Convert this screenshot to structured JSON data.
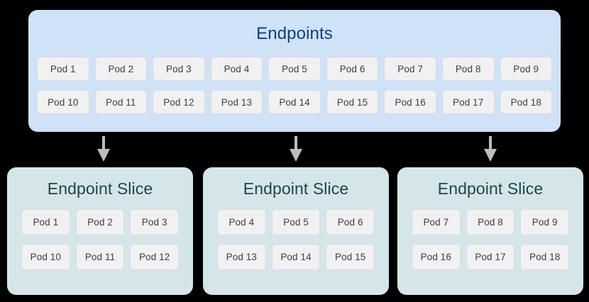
{
  "diagram": {
    "background_color": "#000000",
    "endpoints": {
      "title": "Endpoints",
      "box_color": "#cfe2f7",
      "title_color": "#11407a",
      "rows": [
        [
          "Pod 1",
          "Pod 2",
          "Pod 3",
          "Pod 4",
          "Pod 5",
          "Pod 6",
          "Pod 7",
          "Pod 8",
          "Pod 9"
        ],
        [
          "Pod 10",
          "Pod 11",
          "Pod 12",
          "Pod 13",
          "Pod 14",
          "Pod 15",
          "Pod 16",
          "Pod 17",
          "Pod 18"
        ]
      ]
    },
    "arrows": {
      "color": "#bdbdbd",
      "count": 3,
      "direction": "down"
    },
    "slices": [
      {
        "title": "Endpoint Slice",
        "box_color": "#d4e6e9",
        "title_color": "#1a4652",
        "rows": [
          [
            "Pod 1",
            "Pod 2",
            "Pod 3"
          ],
          [
            "Pod 10",
            "Pod 11",
            "Pod 12"
          ]
        ]
      },
      {
        "title": "Endpoint Slice",
        "box_color": "#d4e6e9",
        "title_color": "#1a4652",
        "rows": [
          [
            "Pod 4",
            "Pod 5",
            "Pod 6"
          ],
          [
            "Pod 13",
            "Pod 14",
            "Pod 15"
          ]
        ]
      },
      {
        "title": "Endpoint Slice",
        "box_color": "#d4e6e9",
        "title_color": "#1a4652",
        "rows": [
          [
            "Pod 7",
            "Pod 8",
            "Pod 9"
          ],
          [
            "Pod 16",
            "Pod 17",
            "Pod 18"
          ]
        ]
      }
    ],
    "chip_style": {
      "background": "#f1f1f1",
      "border": "#dadce0",
      "text_color": "#3c4043"
    }
  }
}
